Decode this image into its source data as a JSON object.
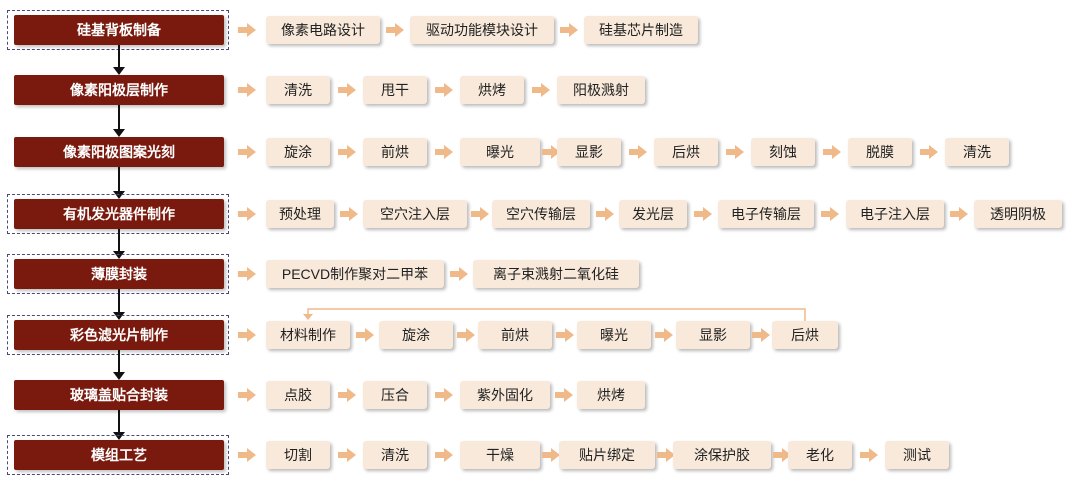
{
  "stages": [
    {
      "label": "硅基背板制备",
      "steps": [
        "像素电路设计",
        "驱动功能模块设计",
        "硅基芯片制造"
      ]
    },
    {
      "label": "像素阳极层制作",
      "steps": [
        "清洗",
        "甩干",
        "烘烤",
        "阳极溅射"
      ]
    },
    {
      "label": "像素阳极图案光刻",
      "steps": [
        "旋涂",
        "前烘",
        "曝光",
        "显影",
        "后烘",
        "刻蚀",
        "脱膜",
        "清洗"
      ]
    },
    {
      "label": "有机发光器件制作",
      "steps": [
        "预处理",
        "空穴注入层",
        "空穴传输层",
        "发光层",
        "电子传输层",
        "电子注入层",
        "透明阴极"
      ]
    },
    {
      "label": "薄膜封装",
      "steps": [
        "PECVD制作聚对二甲苯",
        "离子束溅射二氧化硅"
      ]
    },
    {
      "label": "彩色滤光片制作",
      "steps": [
        "材料制作",
        "旋涂",
        "前烘",
        "曝光",
        "显影",
        "后烘"
      ]
    },
    {
      "label": "玻璃盖贴合封装",
      "steps": [
        "点胶",
        "压合",
        "紫外固化",
        "烘烤"
      ]
    },
    {
      "label": "模组工艺",
      "steps": [
        "切割",
        "清洗",
        "干燥",
        "贴片绑定",
        "涂保护胶",
        "老化",
        "测试"
      ]
    }
  ],
  "colors": {
    "stage_bg": "#7a1a0e",
    "step_bg": "#f8e9da",
    "arrow": "#f0b98a",
    "dashed_border": "#4a4a78"
  }
}
